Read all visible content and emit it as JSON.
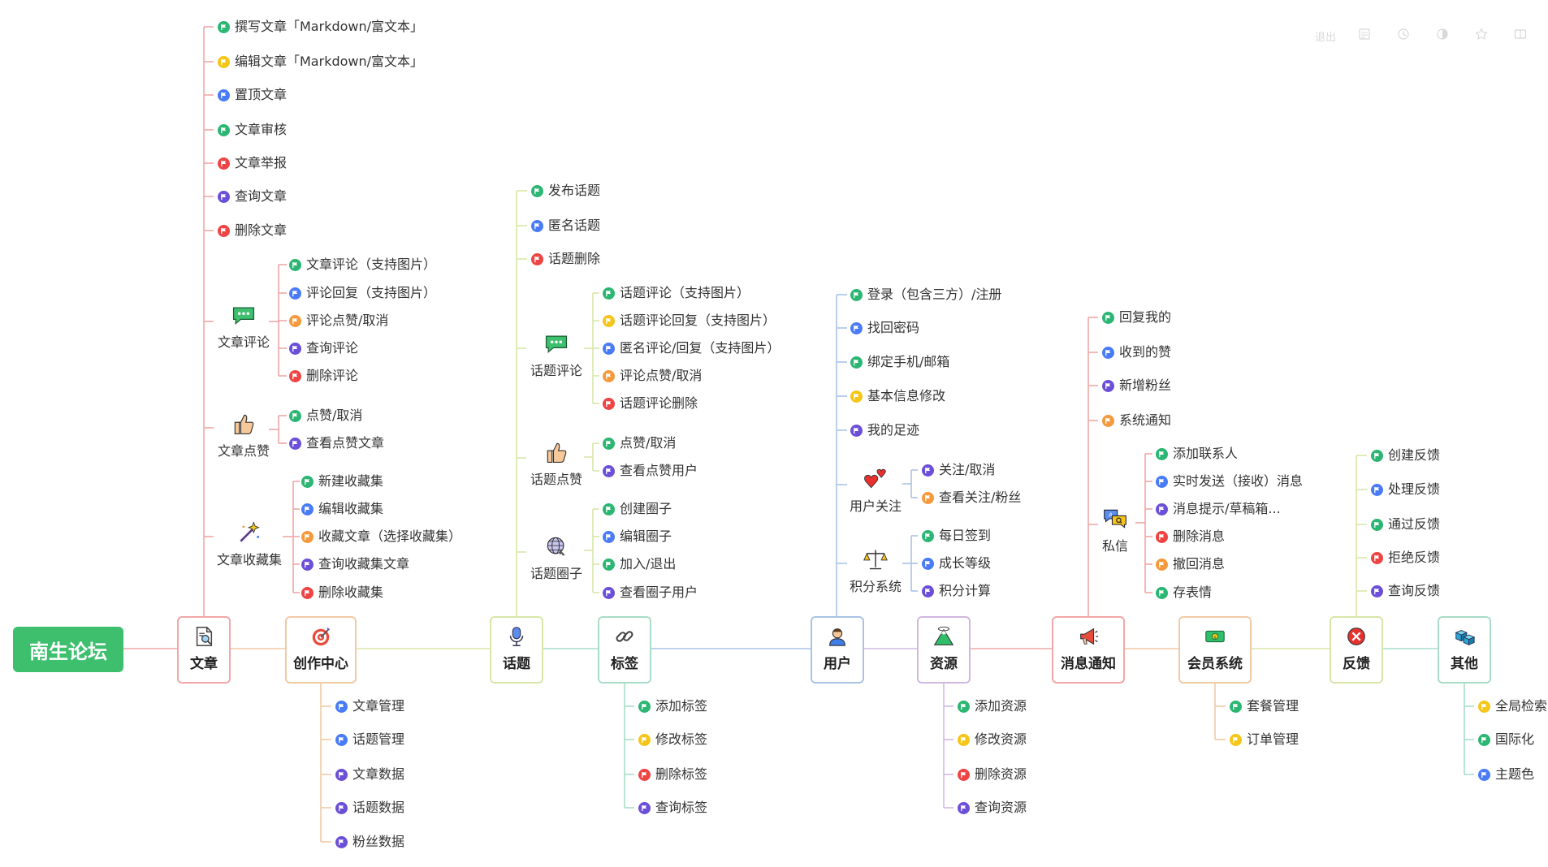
{
  "root": {
    "label": "南生论坛"
  },
  "toolbar": [
    {
      "name": "exit-button",
      "label": "退出",
      "icon": "text"
    },
    {
      "name": "outline-button",
      "icon": "outline-icon"
    },
    {
      "name": "history-button",
      "icon": "clock-icon"
    },
    {
      "name": "theme-button",
      "icon": "contrast-icon"
    },
    {
      "name": "favorite-button",
      "icon": "star-icon"
    },
    {
      "name": "layout-button",
      "icon": "book-icon"
    }
  ],
  "branches": [
    {
      "key": "article",
      "label": "文章",
      "icon": "document-search-icon",
      "color": "#f0a7a7"
    },
    {
      "key": "creation",
      "label": "创作中心",
      "icon": "target-icon",
      "color": "#f2c9a5"
    },
    {
      "key": "topic",
      "label": "话题",
      "icon": "microphone-icon",
      "color": "#d8e6a8"
    },
    {
      "key": "tag",
      "label": "标签",
      "icon": "link-icon",
      "color": "#a9ddc8"
    },
    {
      "key": "user",
      "label": "用户",
      "icon": "user-icon",
      "color": "#a9c3e6"
    },
    {
      "key": "resource",
      "label": "资源",
      "icon": "mountain-icon",
      "color": "#d0b8e2"
    },
    {
      "key": "notify",
      "label": "消息通知",
      "icon": "megaphone-icon",
      "color": "#f0a7a7"
    },
    {
      "key": "member",
      "label": "会员系统",
      "icon": "money-icon",
      "color": "#f2c9a5"
    },
    {
      "key": "feedback",
      "label": "反馈",
      "icon": "close-circle-icon",
      "color": "#d8e6a8"
    },
    {
      "key": "other",
      "label": "其他",
      "icon": "cubes-icon",
      "color": "#a9ddc8"
    }
  ],
  "groups": {
    "article_comment": {
      "label": "文章评论",
      "icon": "chat-bubble-icon"
    },
    "article_like": {
      "label": "文章点赞",
      "icon": "thumbs-up-icon"
    },
    "article_collect": {
      "label": "文章收藏集",
      "icon": "magic-wand-icon"
    },
    "topic_comment": {
      "label": "话题评论",
      "icon": "chat-bubble-icon"
    },
    "topic_like": {
      "label": "话题点赞",
      "icon": "thumbs-up-icon"
    },
    "topic_circle": {
      "label": "话题圈子",
      "icon": "globe-icon"
    },
    "user_follow": {
      "label": "用户关注",
      "icon": "hearts-icon"
    },
    "user_points": {
      "label": "积分系统",
      "icon": "scales-icon"
    },
    "notify_private": {
      "label": "私信",
      "icon": "speech-search-icon"
    }
  },
  "leaves": {
    "article": [
      "撰写文章「Markdown/富文本」",
      "编辑文章「Markdown/富文本」",
      "置顶文章",
      "文章审核",
      "文章举报",
      "查询文章",
      "删除文章"
    ],
    "article_comment": [
      "文章评论（支持图片）",
      "评论回复（支持图片）",
      "评论点赞/取消",
      "查询评论",
      "删除评论"
    ],
    "article_like": [
      "点赞/取消",
      "查看点赞文章"
    ],
    "article_collect": [
      "新建收藏集",
      "编辑收藏集",
      "收藏文章（选择收藏集）",
      "查询收藏集文章",
      "删除收藏集"
    ],
    "creation": [
      "文章管理",
      "话题管理",
      "文章数据",
      "话题数据",
      "粉丝数据"
    ],
    "topic": [
      "发布话题",
      "匿名话题",
      "话题删除"
    ],
    "topic_comment": [
      "话题评论（支持图片）",
      "话题评论回复（支持图片）",
      "匿名评论/回复（支持图片）",
      "评论点赞/取消",
      "话题评论删除"
    ],
    "topic_like": [
      "点赞/取消",
      "查看点赞用户"
    ],
    "topic_circle": [
      "创建圈子",
      "编辑圈子",
      "加入/退出",
      "查看圈子用户"
    ],
    "tag": [
      "添加标签",
      "修改标签",
      "删除标签",
      "查询标签"
    ],
    "user": [
      "登录（包含三方）/注册",
      "找回密码",
      "绑定手机/邮箱",
      "基本信息修改",
      "我的足迹"
    ],
    "user_follow": [
      "关注/取消",
      "查看关注/粉丝"
    ],
    "user_points": [
      "每日签到",
      "成长等级",
      "积分计算"
    ],
    "resource": [
      "添加资源",
      "修改资源",
      "删除资源",
      "查询资源"
    ],
    "notify": [
      "回复我的",
      "收到的赞",
      "新增粉丝",
      "系统通知"
    ],
    "notify_private": [
      "添加联系人",
      "实时发送（接收）消息",
      "消息提示/草稿箱...",
      "删除消息",
      "撤回消息",
      "存表情"
    ],
    "member": [
      "套餐管理",
      "订单管理"
    ],
    "feedback": [
      "创建反馈",
      "处理反馈",
      "通过反馈",
      "拒绝反馈",
      "查询反馈"
    ],
    "other": [
      "全局检索",
      "国际化",
      "主题色"
    ]
  },
  "flag_colors": {
    "green": "#2bb673",
    "yellow": "#f5c518",
    "blue": "#4a7bf7",
    "red": "#ef4444",
    "purple": "#6c4fd8",
    "orange": "#f59a3c"
  }
}
